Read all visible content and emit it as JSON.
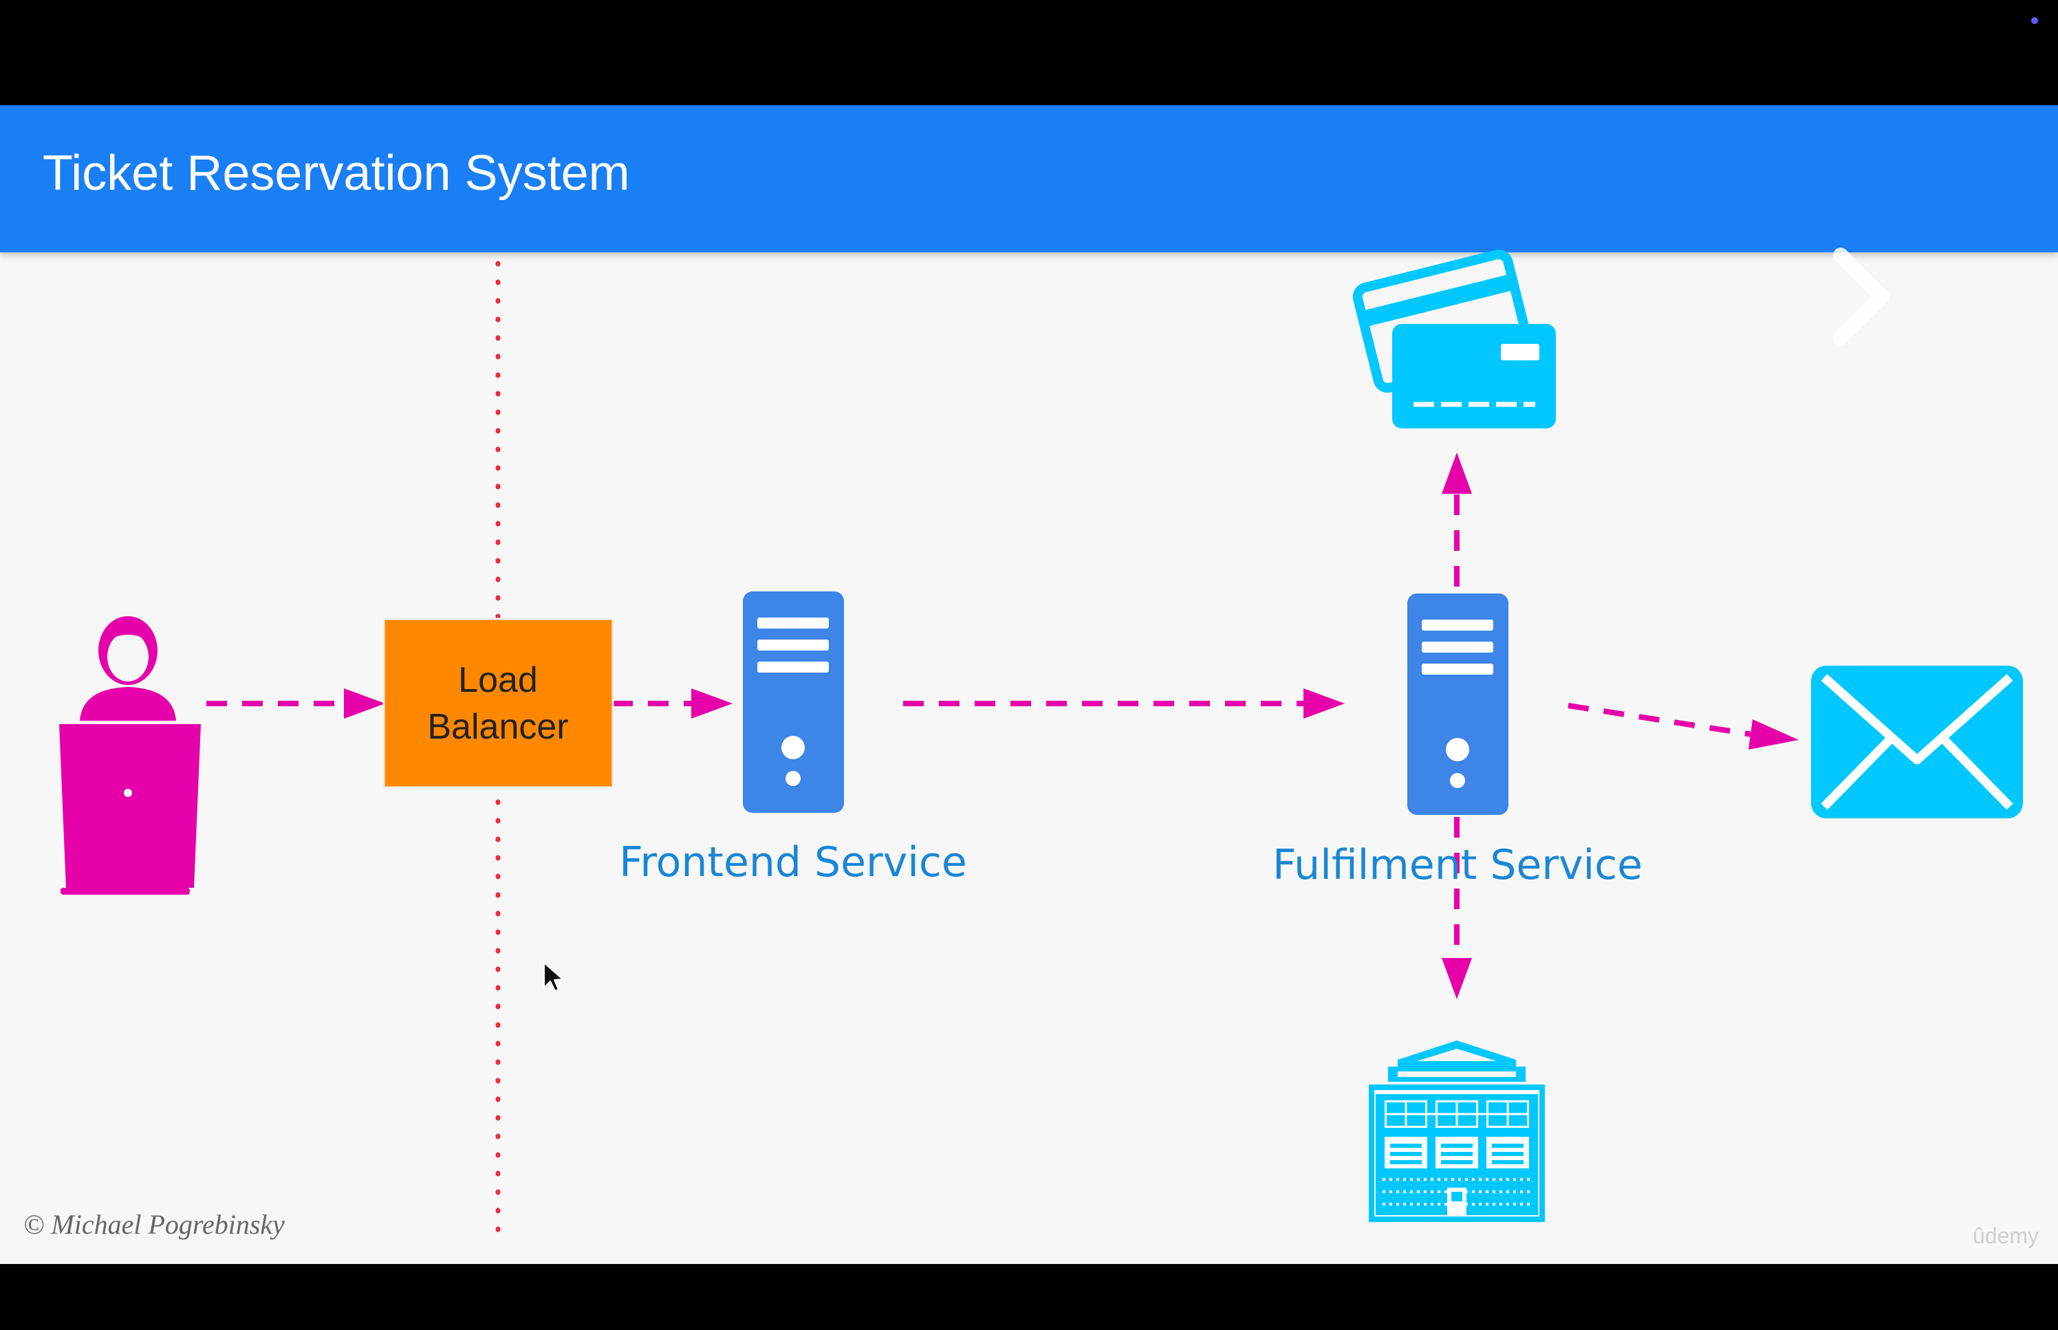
{
  "slide": {
    "title": "Ticket Reservation System",
    "copyright": "© Michael Pogrebinsky",
    "watermark": "ûdemy"
  },
  "nodes": {
    "user": {
      "icon": "user-laptop-icon"
    },
    "load_balancer": {
      "line1": "Load",
      "line2": "Balancer"
    },
    "frontend": {
      "icon": "server-icon",
      "label": "Frontend Service"
    },
    "fulfilment": {
      "icon": "server-icon",
      "label": "Fulfilment Service"
    },
    "payment": {
      "icon": "credit-card-icon"
    },
    "email": {
      "icon": "envelope-icon"
    },
    "warehouse": {
      "icon": "building-icon"
    }
  },
  "edges": [
    {
      "from": "user",
      "to": "load_balancer"
    },
    {
      "from": "load_balancer",
      "to": "frontend"
    },
    {
      "from": "frontend",
      "to": "fulfilment"
    },
    {
      "from": "fulfilment",
      "to": "payment"
    },
    {
      "from": "fulfilment",
      "to": "email"
    },
    {
      "from": "fulfilment",
      "to": "warehouse"
    }
  ],
  "colors": {
    "title_bar": "#1a7ef5",
    "arrow": "#e600a9",
    "load_balancer": "#ff8800",
    "server": "#3d85e6",
    "label": "#1a86d6",
    "icons": "#00c8ff",
    "user": "#e600a9",
    "boundary": "#e8303c"
  }
}
